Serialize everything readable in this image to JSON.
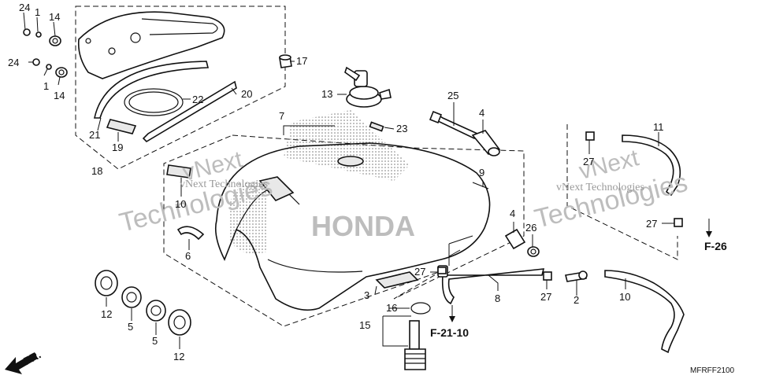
{
  "diagram": {
    "code": "MFRFF2100",
    "direction_label": "FR.",
    "brand_text": "HONDA",
    "references": {
      "f26": "F-26",
      "f2110": "F-21-10"
    },
    "watermarks": {
      "company": "vNext Technologies",
      "big_left": "Technologies",
      "big_mid": "vNext",
      "big_right": "Technologies",
      "big_right_top": "vNext"
    },
    "callouts": {
      "c24a": "24",
      "c1a": "1",
      "c14a": "14",
      "c24b": "24",
      "c1b": "1",
      "c14b": "14",
      "c17": "17",
      "c22": "22",
      "c20": "20",
      "c21": "21",
      "c19": "19",
      "c18": "18",
      "c13": "13",
      "c7": "7",
      "c23": "23",
      "c25": "25",
      "c4a": "4",
      "c9": "9",
      "c10": "10",
      "c6": "6",
      "c4b": "4",
      "c26": "26",
      "c27a": "27",
      "c8": "8",
      "c3": "3",
      "c16": "16",
      "c15": "15",
      "c12a": "12",
      "c5a": "5",
      "c5b": "5",
      "c12b": "12",
      "c11": "11",
      "c27b": "27",
      "c27c": "27",
      "c27d": "27",
      "c2": "2",
      "c10b": "10"
    }
  }
}
